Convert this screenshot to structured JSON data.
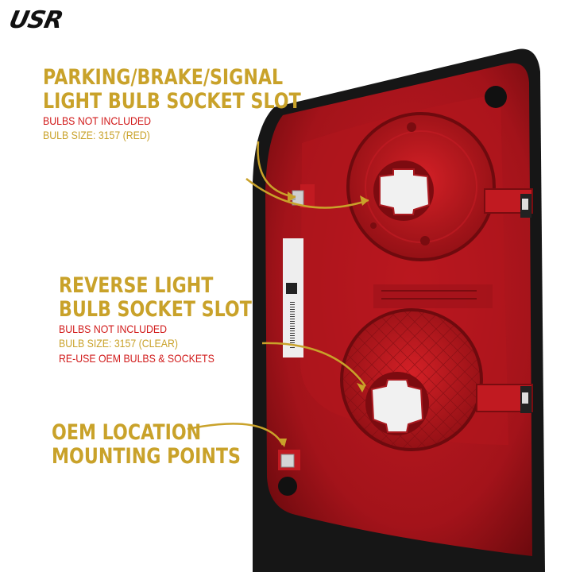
{
  "brand": {
    "logo_text": "USR"
  },
  "callouts": {
    "parking": {
      "heading_line1": "PARKING/BRAKE/SIGNAL",
      "heading_line2": "LIGHT BULB SOCKET SLOT",
      "note1": "BULBS NOT INCLUDED",
      "note2": "BULB SIZE: 3157 (RED)"
    },
    "reverse": {
      "heading_line1": "REVERSE LIGHT",
      "heading_line2": "BULB SOCKET SLOT",
      "note1": "BULBS NOT INCLUDED",
      "note2": "BULB SIZE: 3157 (CLEAR)",
      "note3": "RE-USE OEM BULBS & SOCKETS"
    },
    "oem": {
      "heading_line1": "OEM LOCATION",
      "heading_line2": "MOUNTING POINTS"
    }
  },
  "colors": {
    "accent_gold": "#c9a22a",
    "note_red": "#d11a1a",
    "housing_red": "#a8141b",
    "housing_black": "#1a1a1a"
  }
}
